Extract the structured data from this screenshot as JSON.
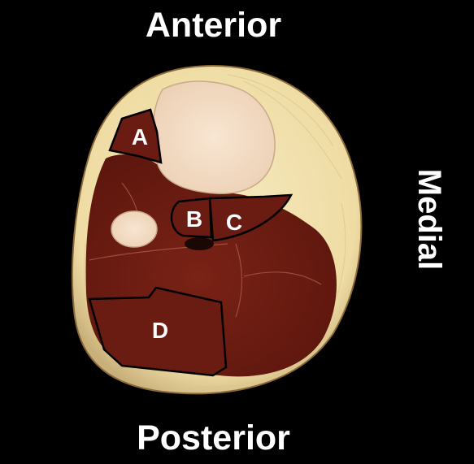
{
  "image": {
    "orientation": {
      "top": "Anterior",
      "bottom": "Posterior",
      "right": "Medial"
    },
    "regions": [
      {
        "id": "A",
        "label": "A"
      },
      {
        "id": "B",
        "label": "B"
      },
      {
        "id": "C",
        "label": "C"
      },
      {
        "id": "D",
        "label": "D"
      }
    ],
    "colors": {
      "background": "#000000",
      "skin_fat": "#f2e3b0",
      "bone": "#f4dfc7",
      "muscle": "#6e1d12",
      "outline": "#000000",
      "label_text": "#ffffff"
    }
  }
}
